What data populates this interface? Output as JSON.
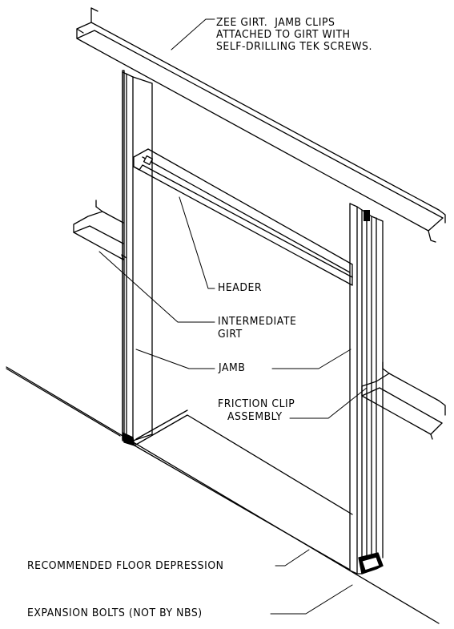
{
  "labels": {
    "zee_girt_1": "ZEE GIRT.  JAMB CLIPS",
    "zee_girt_2": "ATTACHED TO GIRT WITH",
    "zee_girt_3": "SELF-DRILLING TEK SCREWS.",
    "header": "HEADER",
    "intermediate_girt_1": "INTERMEDIATE",
    "intermediate_girt_2": "GIRT",
    "jamb": "JAMB",
    "friction_clip_1": "FRICTION CLIP",
    "friction_clip_2": "ASSEMBLY",
    "floor_depression": "RECOMMENDED FLOOR DEPRESSION",
    "expansion_bolts": "EXPANSION BOLTS (NOT BY NBS)"
  },
  "colors": {
    "line": "#000000",
    "background": "#ffffff"
  }
}
